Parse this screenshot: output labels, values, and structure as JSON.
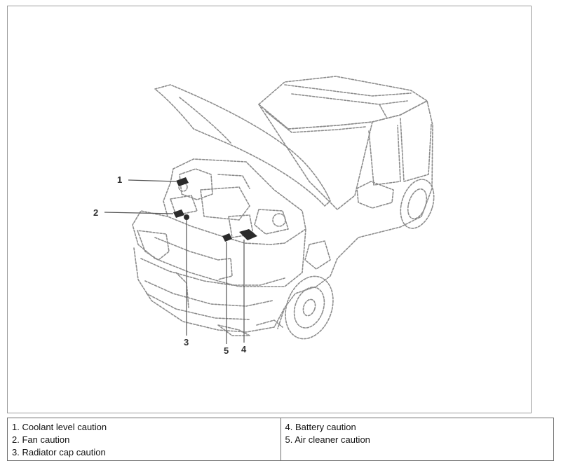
{
  "figure": {
    "callouts": [
      "1",
      "2",
      "3",
      "4",
      "5"
    ]
  },
  "legend": {
    "left": [
      "1. Coolant level caution",
      "2. Fan caution",
      "3. Radiator cap caution"
    ],
    "right": [
      "4. Battery caution",
      "5. Air cleaner caution"
    ]
  },
  "colors": {
    "line_art": "#8c8c8c",
    "callout": "#333333",
    "border": "#9a9a9a"
  }
}
